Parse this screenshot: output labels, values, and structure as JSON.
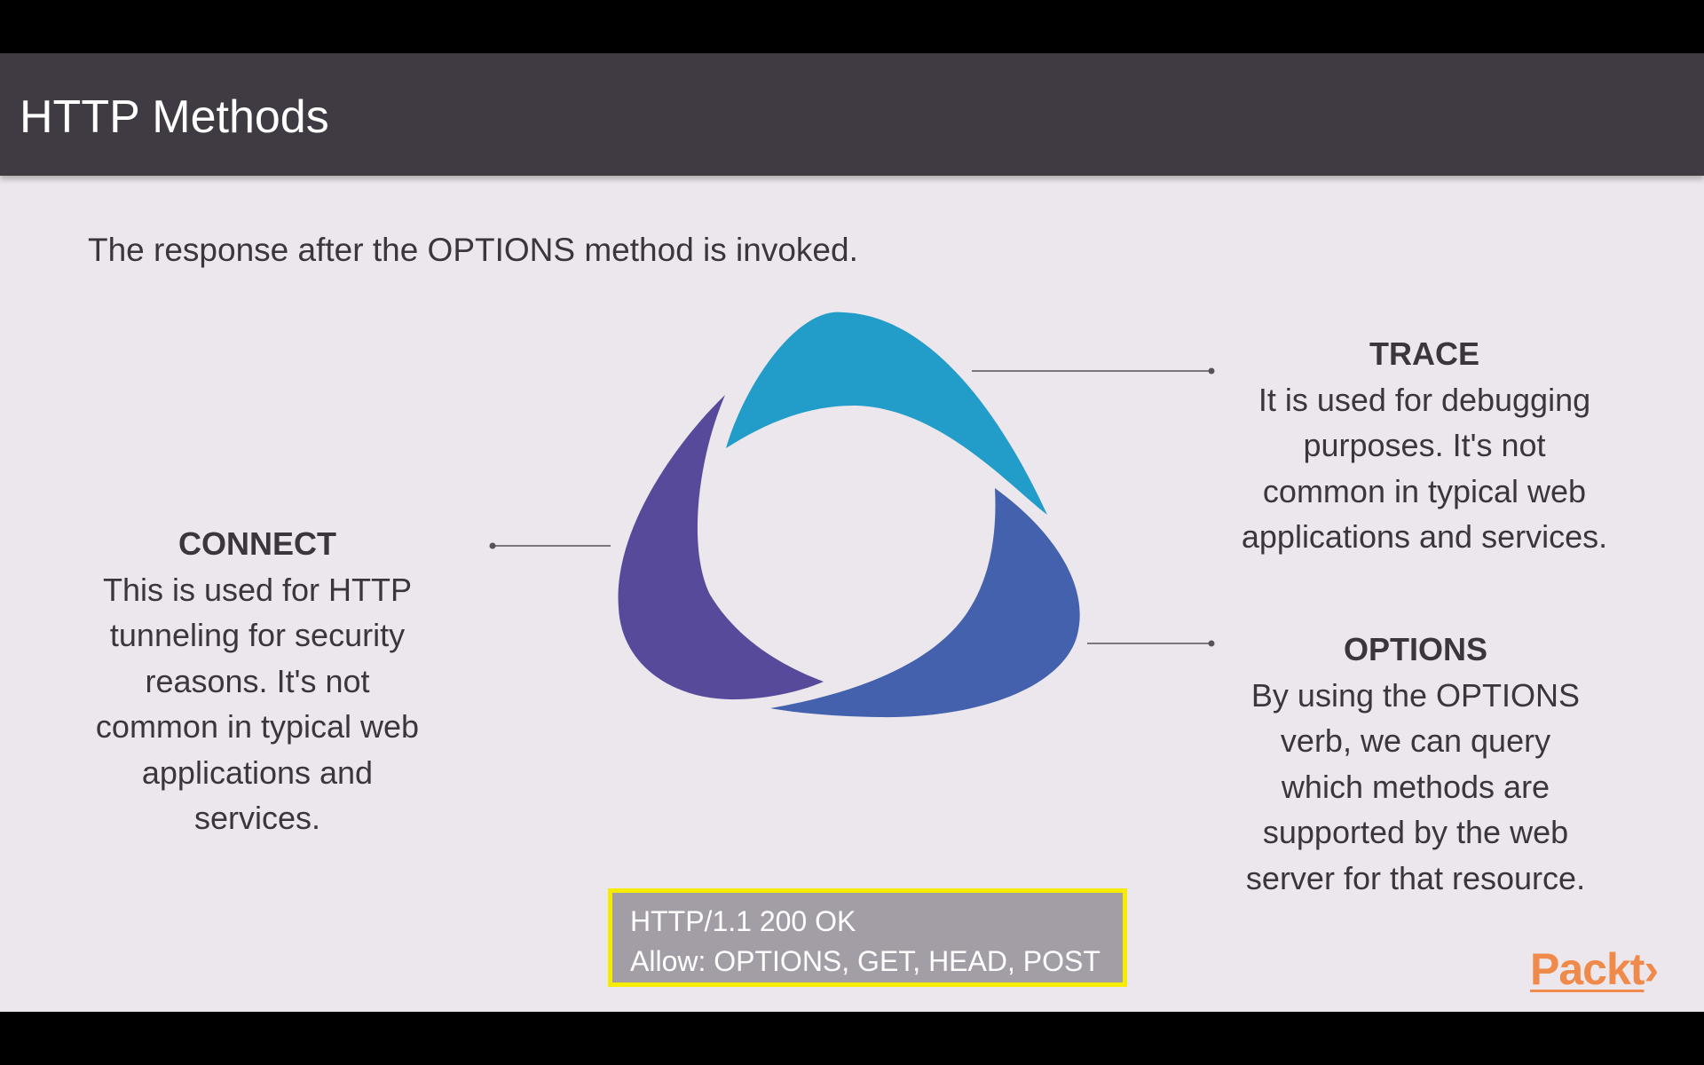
{
  "slide": {
    "title": "HTTP Methods",
    "subtitle": "The response after the OPTIONS method is invoked."
  },
  "items": {
    "trace": {
      "heading": "TRACE",
      "lines": [
        "It is used for debugging",
        "purposes. It's not",
        "common in typical web",
        "applications and services."
      ]
    },
    "connect": {
      "heading": "CONNECT",
      "lines": [
        "This is used for HTTP",
        "tunneling for security",
        "reasons. It's not",
        "common in typical web",
        "applications and",
        "services."
      ]
    },
    "options": {
      "heading": "OPTIONS",
      "lines": [
        "By using the OPTIONS",
        "verb, we can query",
        "which methods are",
        "supported by the web",
        "server for that resource."
      ]
    }
  },
  "response": {
    "line1": "HTTP/1.1 200 OK",
    "line2": "Allow: OPTIONS, GET, HEAD, POST"
  },
  "logo": {
    "text": "Packt",
    "suffix": "›"
  },
  "colors": {
    "title_bar": "#403b42",
    "background": "#ebe7ec",
    "arc_top": "#229cc8",
    "arc_left": "#574a9b",
    "arc_right": "#4361ad",
    "response_box": "#a39da6",
    "response_border": "#f5ec00",
    "logo": "#ef8a4b"
  }
}
